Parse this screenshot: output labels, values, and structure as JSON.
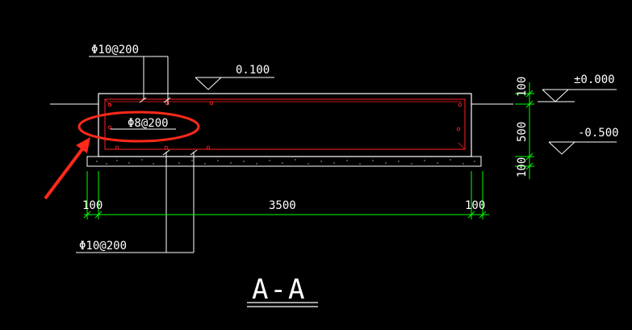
{
  "drawing": {
    "title": "A-A",
    "labels": {
      "top_rebar": "Φ10@200",
      "bottom_rebar": "Φ10@200",
      "distribution_rebar": "Φ8@200"
    },
    "elevations": {
      "top_surface": "0.100",
      "ground_level": "±0.000",
      "bottom_level": "-0.500"
    },
    "dimensions": {
      "width_main": "3500",
      "width_left": "100",
      "width_right": "100",
      "height_top": "100",
      "height_middle": "500",
      "height_bottom": "100"
    },
    "colors": {
      "background": "#000000",
      "lines": "#ffffff",
      "rebar": "#ff2020",
      "dimension": "#00ff00",
      "annotation": "#ff2a1a"
    }
  }
}
